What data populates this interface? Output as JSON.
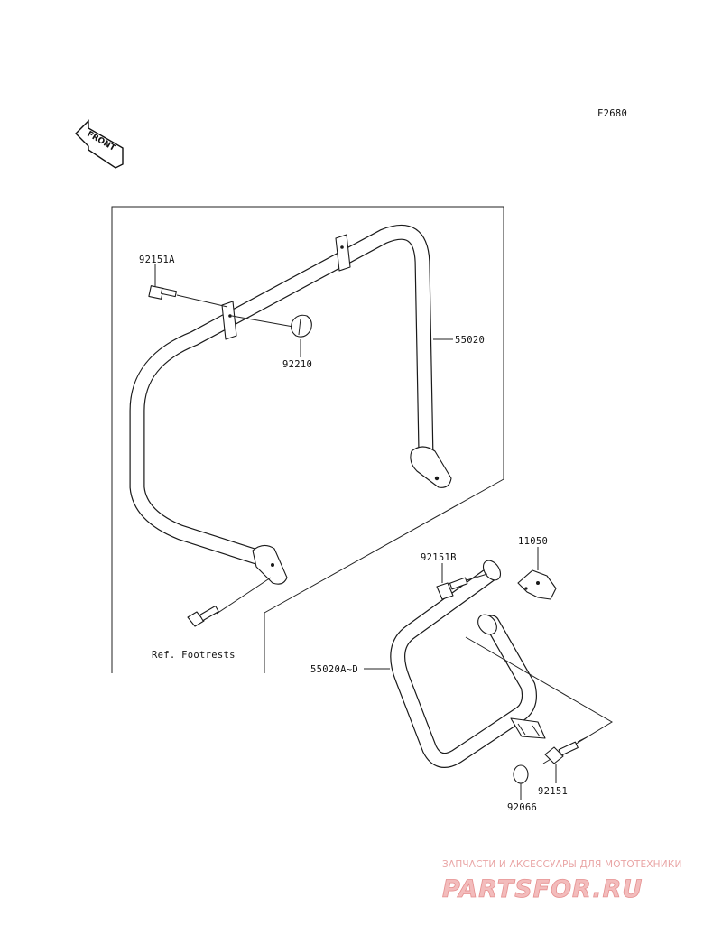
{
  "diagram": {
    "code": "F2680",
    "front_marker": "FRONT",
    "callouts": {
      "bolt_upper": "92151A",
      "cap_nut": "92210",
      "guard_main": "55020",
      "footrest_ref": "Ref. Footrests",
      "bolt_lower_left": "92151B",
      "bracket": "11050",
      "guard_set": "55020A~D",
      "bolt_lower": "92151",
      "cap_round": "92066"
    }
  },
  "watermark": {
    "tagline": "ЗАПЧАСТИ И АКСЕССУАРЫ ДЛЯ МОТОТЕХНИКИ",
    "brand": "PARTSFOR.RU"
  }
}
